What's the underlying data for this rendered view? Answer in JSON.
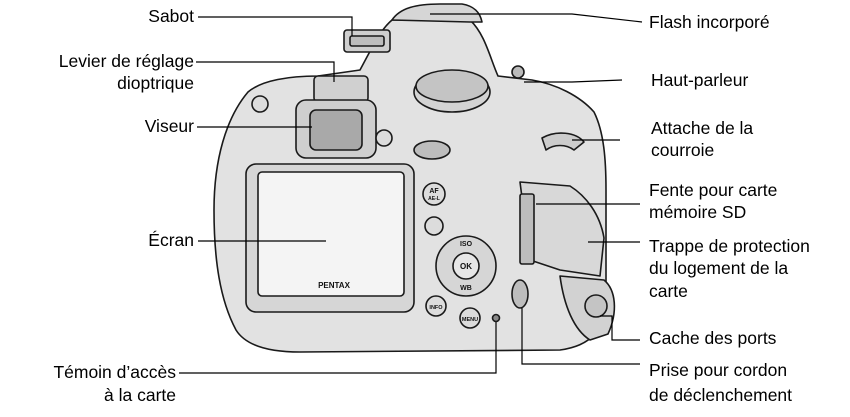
{
  "callouts_left": {
    "sabot": "Sabot",
    "levier_line1": "Levier de réglage",
    "levier_line2": "dioptrique",
    "viseur": "Viseur",
    "ecran": "Écran",
    "temoin_line1": "Témoin d’accès",
    "temoin_line2": "à la carte"
  },
  "callouts_right": {
    "flash": "Flash incorporé",
    "haut_parleur": "Haut-parleur",
    "attache_line1": "Attache de la",
    "attache_line2": "courroie",
    "fente_line1": "Fente pour carte",
    "fente_line2": "mémoire SD",
    "trappe_line1": "Trappe de protection",
    "trappe_line2": "du logement de la",
    "trappe_line3": "carte",
    "cache": "Cache des ports",
    "prise_line1": "Prise pour cordon",
    "prise_line2": "de déclenchement"
  },
  "camera": {
    "brand": "PENTAX",
    "buttons": {
      "af": "AF",
      "ael": "AE-L",
      "iso": "ISO",
      "ok": "OK",
      "wb": "WB",
      "info": "INFO",
      "menu": "MENU"
    }
  },
  "colors": {
    "body": "#e2e2e2",
    "outline": "#1a1a1a",
    "screen": "#f4f4f4"
  }
}
